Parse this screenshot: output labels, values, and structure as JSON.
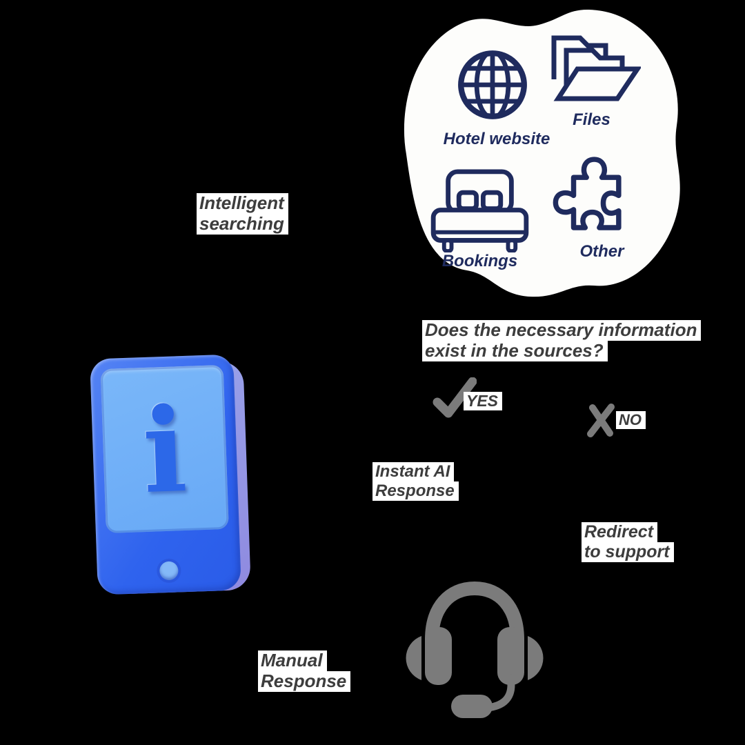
{
  "colors": {
    "background": "#000000",
    "blob_bg": "#fdfdfb",
    "navy": "#1f2b5e",
    "gray": "#7b7b7b",
    "caption_text": "#3d3d3d",
    "caption_highlight": "#ffffff",
    "phone_body": "#3568ef",
    "phone_screen": "#6fb0f8",
    "phone_depth": "#959ae4",
    "phone_info_glyph": "#2c68e8",
    "phone_home_button": "#84b9f8"
  },
  "sources": {
    "items": [
      {
        "icon": "globe-icon",
        "label": "Hotel website"
      },
      {
        "icon": "files-icon",
        "label": "Files"
      },
      {
        "icon": "bed-icon",
        "label": "Bookings"
      },
      {
        "icon": "puzzle-icon",
        "label": "Other"
      }
    ]
  },
  "labels": {
    "intelligent_searching": [
      "Intelligent",
      "searching"
    ],
    "question": [
      "Does the necessary information",
      "exist in the sources?"
    ],
    "yes": "YES",
    "no": "NO",
    "instant_ai_response": [
      "Instant AI",
      "Response"
    ],
    "redirect_to_support": [
      "Redirect",
      "to support"
    ],
    "manual_response": [
      "Manual",
      "Response"
    ],
    "info_glyph": "i"
  }
}
